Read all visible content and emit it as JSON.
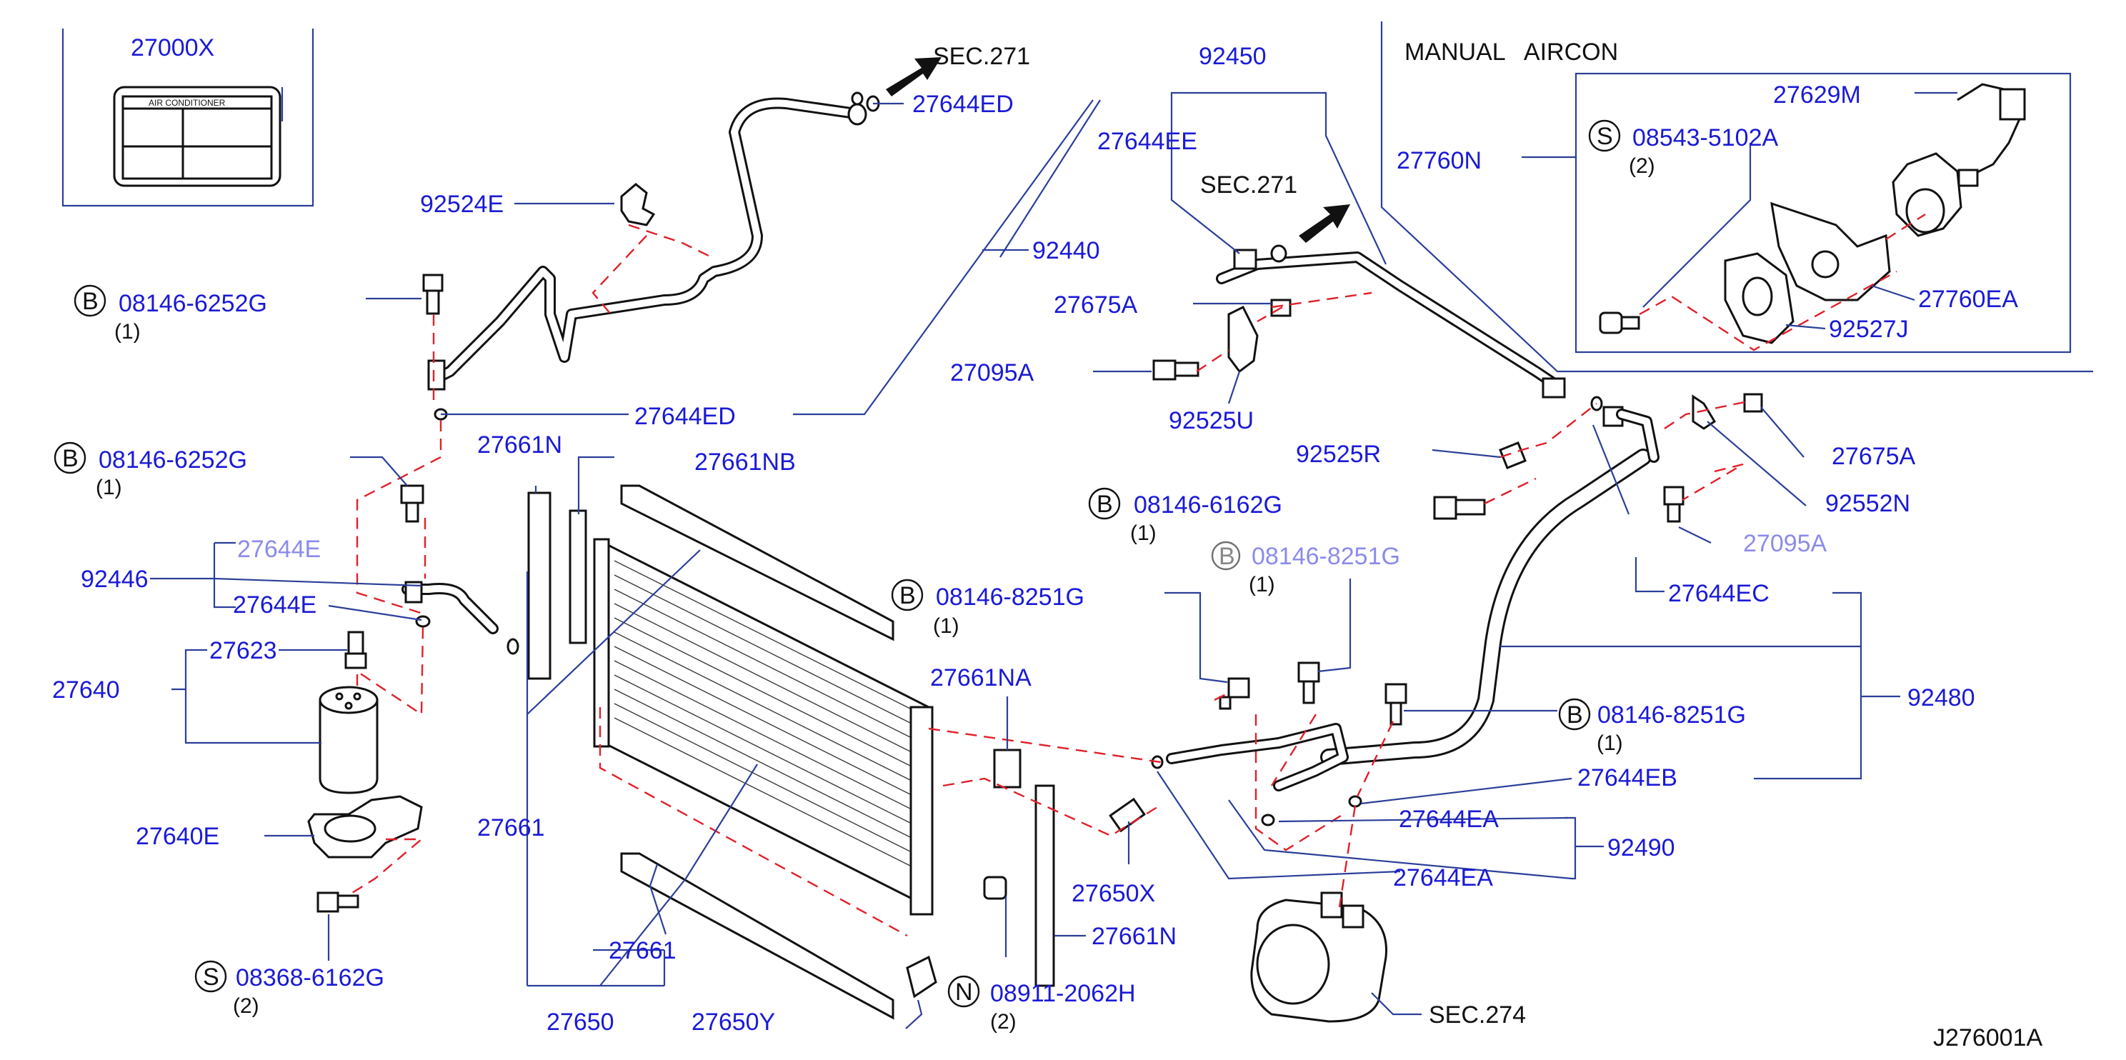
{
  "diagram_code": "J276001A",
  "section_title": "MANUAL   AIRCON",
  "label_plate": {
    "code": "27000X",
    "plate_text": "AIR    CONDITIONER"
  },
  "sec_refs": {
    "sec271_top": "SEC.271",
    "sec271_mid": "SEC.271",
    "sec274": "SEC.274"
  },
  "parts": {
    "p27644ED_top": "27644ED",
    "p92524E": "92524E",
    "p92440": "92440",
    "p08146_6252G_a": "08146-6252G",
    "q08146_6252G_a": "(1)",
    "p27644ED_mid": "27644ED",
    "p08146_6252G_b": "08146-6252G",
    "q08146_6252G_b": "(1)",
    "p27661N": "27661N",
    "p27661NB": "27661NB",
    "p92446": "92446",
    "p27644E_obscured": "27644E",
    "p27644E": "27644E",
    "p27623": "27623",
    "p27640": "27640",
    "p27640E": "27640E",
    "p08368_6162G": "08368-6162G",
    "q08368_6162G": "(2)",
    "p27661_a": "27661",
    "p27661_b": "27661",
    "p27650": "27650",
    "p27650Y": "27650Y",
    "p08911_2062H": "08911-2062H",
    "q08911_2062H": "(2)",
    "p27661N_b": "27661N",
    "p27650X": "27650X",
    "p27661NA": "27661NA",
    "p08146_8251G_a": "08146-8251G",
    "q08146_8251G_a": "(1)",
    "p92450": "92450",
    "p27644EE": "27644EE",
    "p27675A_a": "27675A",
    "p27095A": "27095A",
    "p92525U": "92525U",
    "p92525R": "92525R",
    "p08146_6162G": "08146-6162G",
    "q08146_6162G": "(1)",
    "p08146_8251G_obscured": "08146-8251G",
    "q08146_8251G_obscured": "(1)",
    "p27675A_b": "27675A",
    "p92552N": "92552N",
    "p27095A_obscured": "27095A",
    "p27644EC": "27644EC",
    "p92480": "92480",
    "p08146_8251G_b": "08146-8251G",
    "q08146_8251G_b": "(1)",
    "p27644EB": "27644EB",
    "p27644EA_a": "27644EA",
    "p92490": "92490",
    "p27644EA_b": "27644EA",
    "p27760N": "27760N",
    "p27629M": "27629M",
    "p08543_5102A": "08543-5102A",
    "q08543_5102A": "(2)",
    "p27760EA": "27760EA",
    "p92527J": "92527J"
  },
  "prefixes": {
    "b": "B",
    "s": "S",
    "n": "N"
  },
  "colors": {
    "part_number": "#1a1ad6",
    "leader": "#2b3f9a",
    "dashed_line": "#e0202a",
    "outline": "#111111"
  }
}
